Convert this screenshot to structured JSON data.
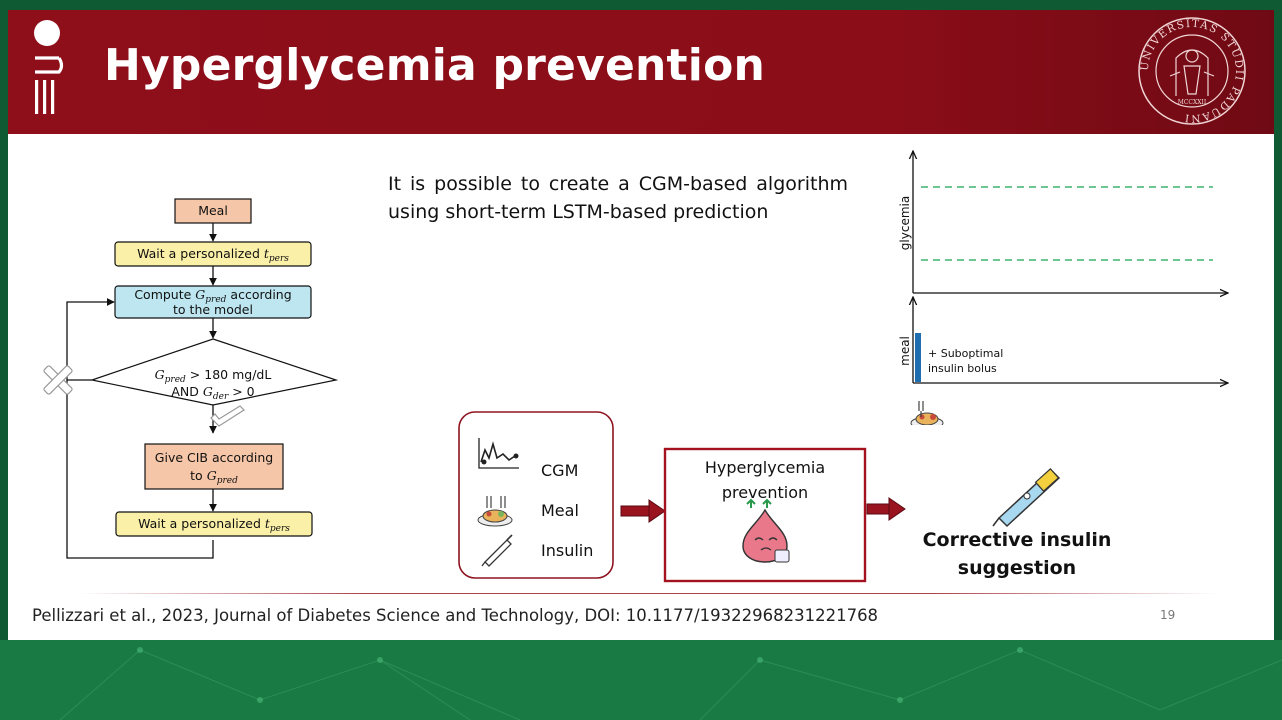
{
  "slide": {
    "title": "Hyperglycemia prevention",
    "intro_text": "It is possible to create a CGM-based algorithm using short-term LSTM-based prediction",
    "citation": "Pellizzari et al., 2023, Journal of Diabetes Science and Technology, DOI: 10.1177/19322968231221768",
    "page_number": "19",
    "seal_text": "UNIVERSITAS STUDII PADUANI",
    "seal_year": "MCCXXII"
  },
  "flowchart": {
    "meal": "Meal",
    "wait_prefix": "Wait a personalized ",
    "t_var": "t",
    "t_sub": "pers",
    "compute_prefix": "Compute ",
    "g_var": "G",
    "pred_sub": "pred",
    "der_sub": "der",
    "compute_suffix": " according",
    "compute_line2": "to the model",
    "condition_threshold": " > 180 mg/dL",
    "condition_and": "AND ",
    "condition_zero": " > 0",
    "give_cib_line1": "Give CIB according",
    "give_cib_line2": "to "
  },
  "chart": {
    "ylabel_top": "glycemia",
    "ylabel_bottom": "meal",
    "annotation_line1": "+ Suboptimal",
    "annotation_line2": "insulin bolus"
  },
  "pipeline": {
    "inputs": [
      "CGM",
      "Meal",
      "Insulin"
    ],
    "block_line1": "Hyperglycemia",
    "block_line2": "prevention",
    "output_line1": "Corrective insulin",
    "output_line2": "suggestion"
  },
  "colors": {
    "header": "#8e0f1a",
    "meal_box": "#f6c6a8",
    "wait_box": "#fbf0a8",
    "compute_box": "#bde6f1",
    "threshold_dash": "#3cb46e",
    "meal_bar": "#1f6fb0",
    "pipeline_border": "#a3121e"
  }
}
